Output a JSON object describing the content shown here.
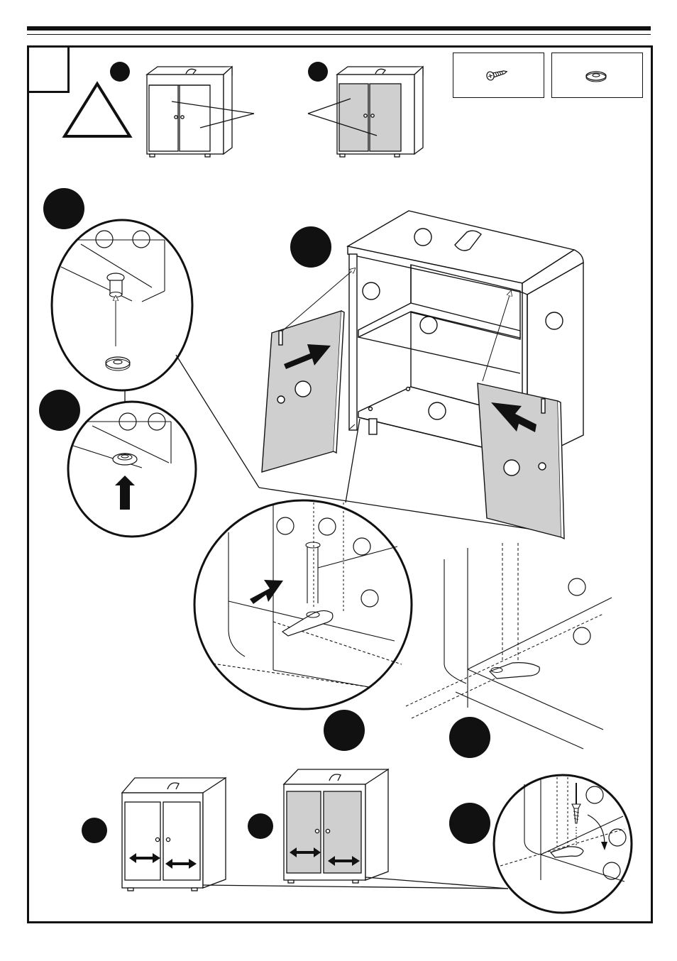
{
  "page": {
    "title": "",
    "step_number": ""
  },
  "parts": [
    {
      "icon": "screw-icon",
      "label": ""
    },
    {
      "icon": "washer-icon",
      "label": ""
    }
  ],
  "callouts": [
    {
      "name": "callout-variant-white",
      "label": ""
    },
    {
      "name": "callout-variant-grey",
      "label": ""
    },
    {
      "name": "callout-step-a",
      "label": ""
    },
    {
      "name": "callout-step-b",
      "label": ""
    },
    {
      "name": "callout-step-c",
      "label": ""
    },
    {
      "name": "callout-step-d",
      "label": ""
    },
    {
      "name": "callout-step-e",
      "label": ""
    },
    {
      "name": "callout-step-f",
      "label": ""
    },
    {
      "name": "callout-variant-white-bottom",
      "label": ""
    },
    {
      "name": "callout-variant-grey-bottom",
      "label": ""
    }
  ],
  "colors": {
    "ink": "#111111",
    "door_grey": "#cfcfcf",
    "paper": "#ffffff"
  }
}
